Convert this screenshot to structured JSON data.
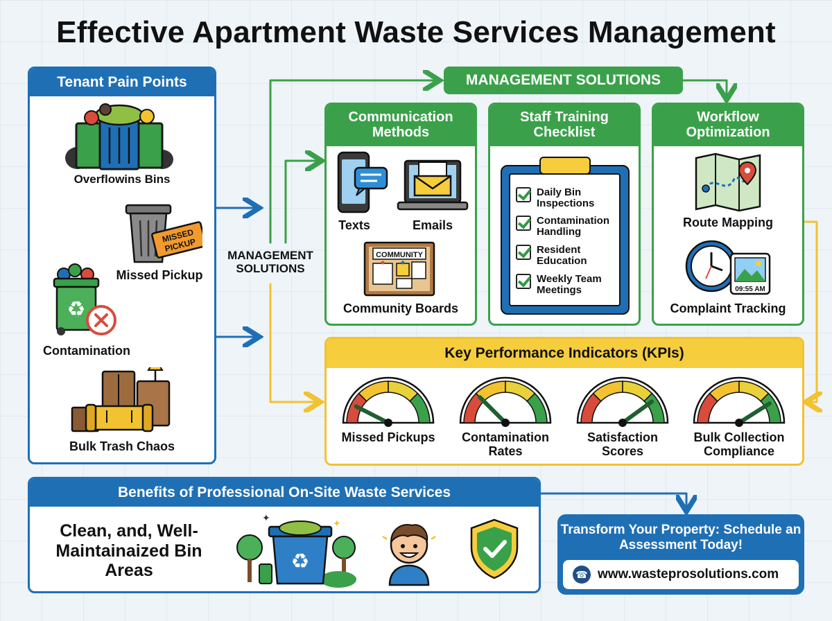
{
  "title": "Effective Apartment Waste Services Management",
  "colors": {
    "blue": "#1f6fb5",
    "green": "#3aa14a",
    "yellow": "#f6cd3c"
  },
  "pain_points": {
    "header": "Tenant Pain Points",
    "items": [
      {
        "label": "Overflowins Bins",
        "icon": "overflowing-bins-icon"
      },
      {
        "label": "Missed Pickup",
        "icon": "missed-pickup-bin-icon",
        "sign": "MISSED PICKUP"
      },
      {
        "label": "Contamination",
        "icon": "contaminated-recycling-bin-icon"
      },
      {
        "label": "Bulk Trash Chaos",
        "icon": "bulk-trash-furniture-icon"
      }
    ]
  },
  "mid_label": "MANAGEMENT SOLUTIONS",
  "solutions": {
    "banner": "MANAGEMENT SOLUTIONS",
    "communication": {
      "header": "Communication Methods",
      "texts": "Texts",
      "emails": "Emails",
      "board_sign": "COMMUNITY",
      "boards": "Community Boards"
    },
    "training": {
      "header": "Staff Training Checklist",
      "items": [
        "Daily Bin Inspections",
        "Contamination Handling",
        "Resident Education",
        "Weekly Team Meetings"
      ]
    },
    "workflow": {
      "header": "Workflow Optimization",
      "route": "Route Mapping",
      "clock_time": "09:55 AM",
      "complaint": "Complaint Tracking"
    }
  },
  "kpis": {
    "header": "Key Performance Indicators (KPIs)",
    "items": [
      {
        "label": "Missed Pickups",
        "level": 0.15
      },
      {
        "label": "Contamination Rates",
        "level": 0.25
      },
      {
        "label": "Satisfaction Scores",
        "level": 0.8
      },
      {
        "label": "Bulk Collection Compliance",
        "level": 0.82
      }
    ]
  },
  "benefits": {
    "header": "Benefits of Professional On-Site Waste Services",
    "text": "Clean, and, Well-Maintainaized Bin Areas"
  },
  "cta": {
    "text": "Transform Your Property: Schedule an Assessment Today!",
    "url": "www.wasteprosolutions.com"
  }
}
